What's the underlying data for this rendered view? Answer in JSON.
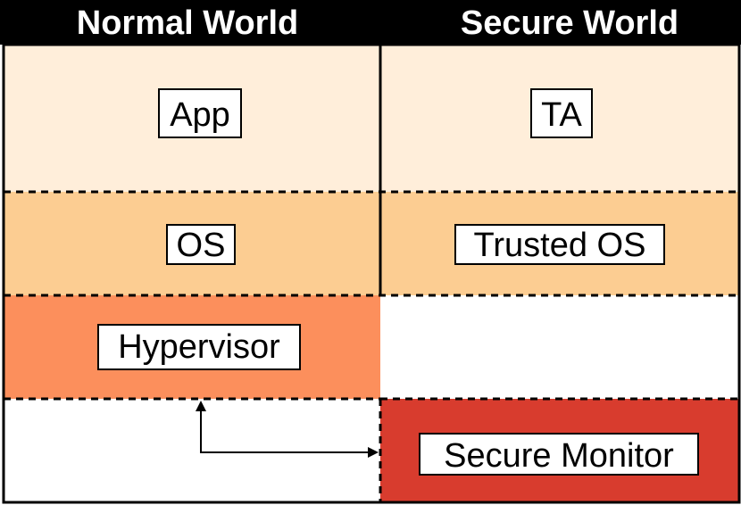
{
  "headers": {
    "normal": "Normal World",
    "secure": "Secure World"
  },
  "layers": {
    "app": "App",
    "ta": "TA",
    "os": "OS",
    "trusted_os": "Trusted OS",
    "hypervisor": "Hypervisor",
    "secure_monitor": "Secure Monitor"
  },
  "colors": {
    "header_bg": "#000000",
    "app_layer": "#FFEEDA",
    "os_layer": "#FCCD92",
    "hypervisor_layer": "#FC8F5C",
    "secure_monitor_layer": "#D83C2E",
    "empty_cell": "#FFFFFF"
  },
  "arrow": {
    "from": "Hypervisor",
    "to": "Secure Monitor",
    "style": "double-headed, elbow"
  }
}
